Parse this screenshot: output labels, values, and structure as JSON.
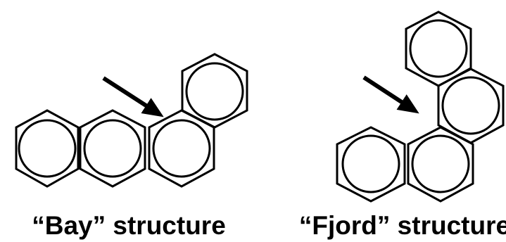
{
  "figure": {
    "panels": [
      {
        "caption": "“Bay” structure",
        "rings": 4,
        "arrow": true
      },
      {
        "caption": "“Fjord” structure",
        "rings": 4,
        "arrow": true
      }
    ],
    "colors": {
      "stroke": "#000000",
      "background": "#ffffff"
    }
  }
}
